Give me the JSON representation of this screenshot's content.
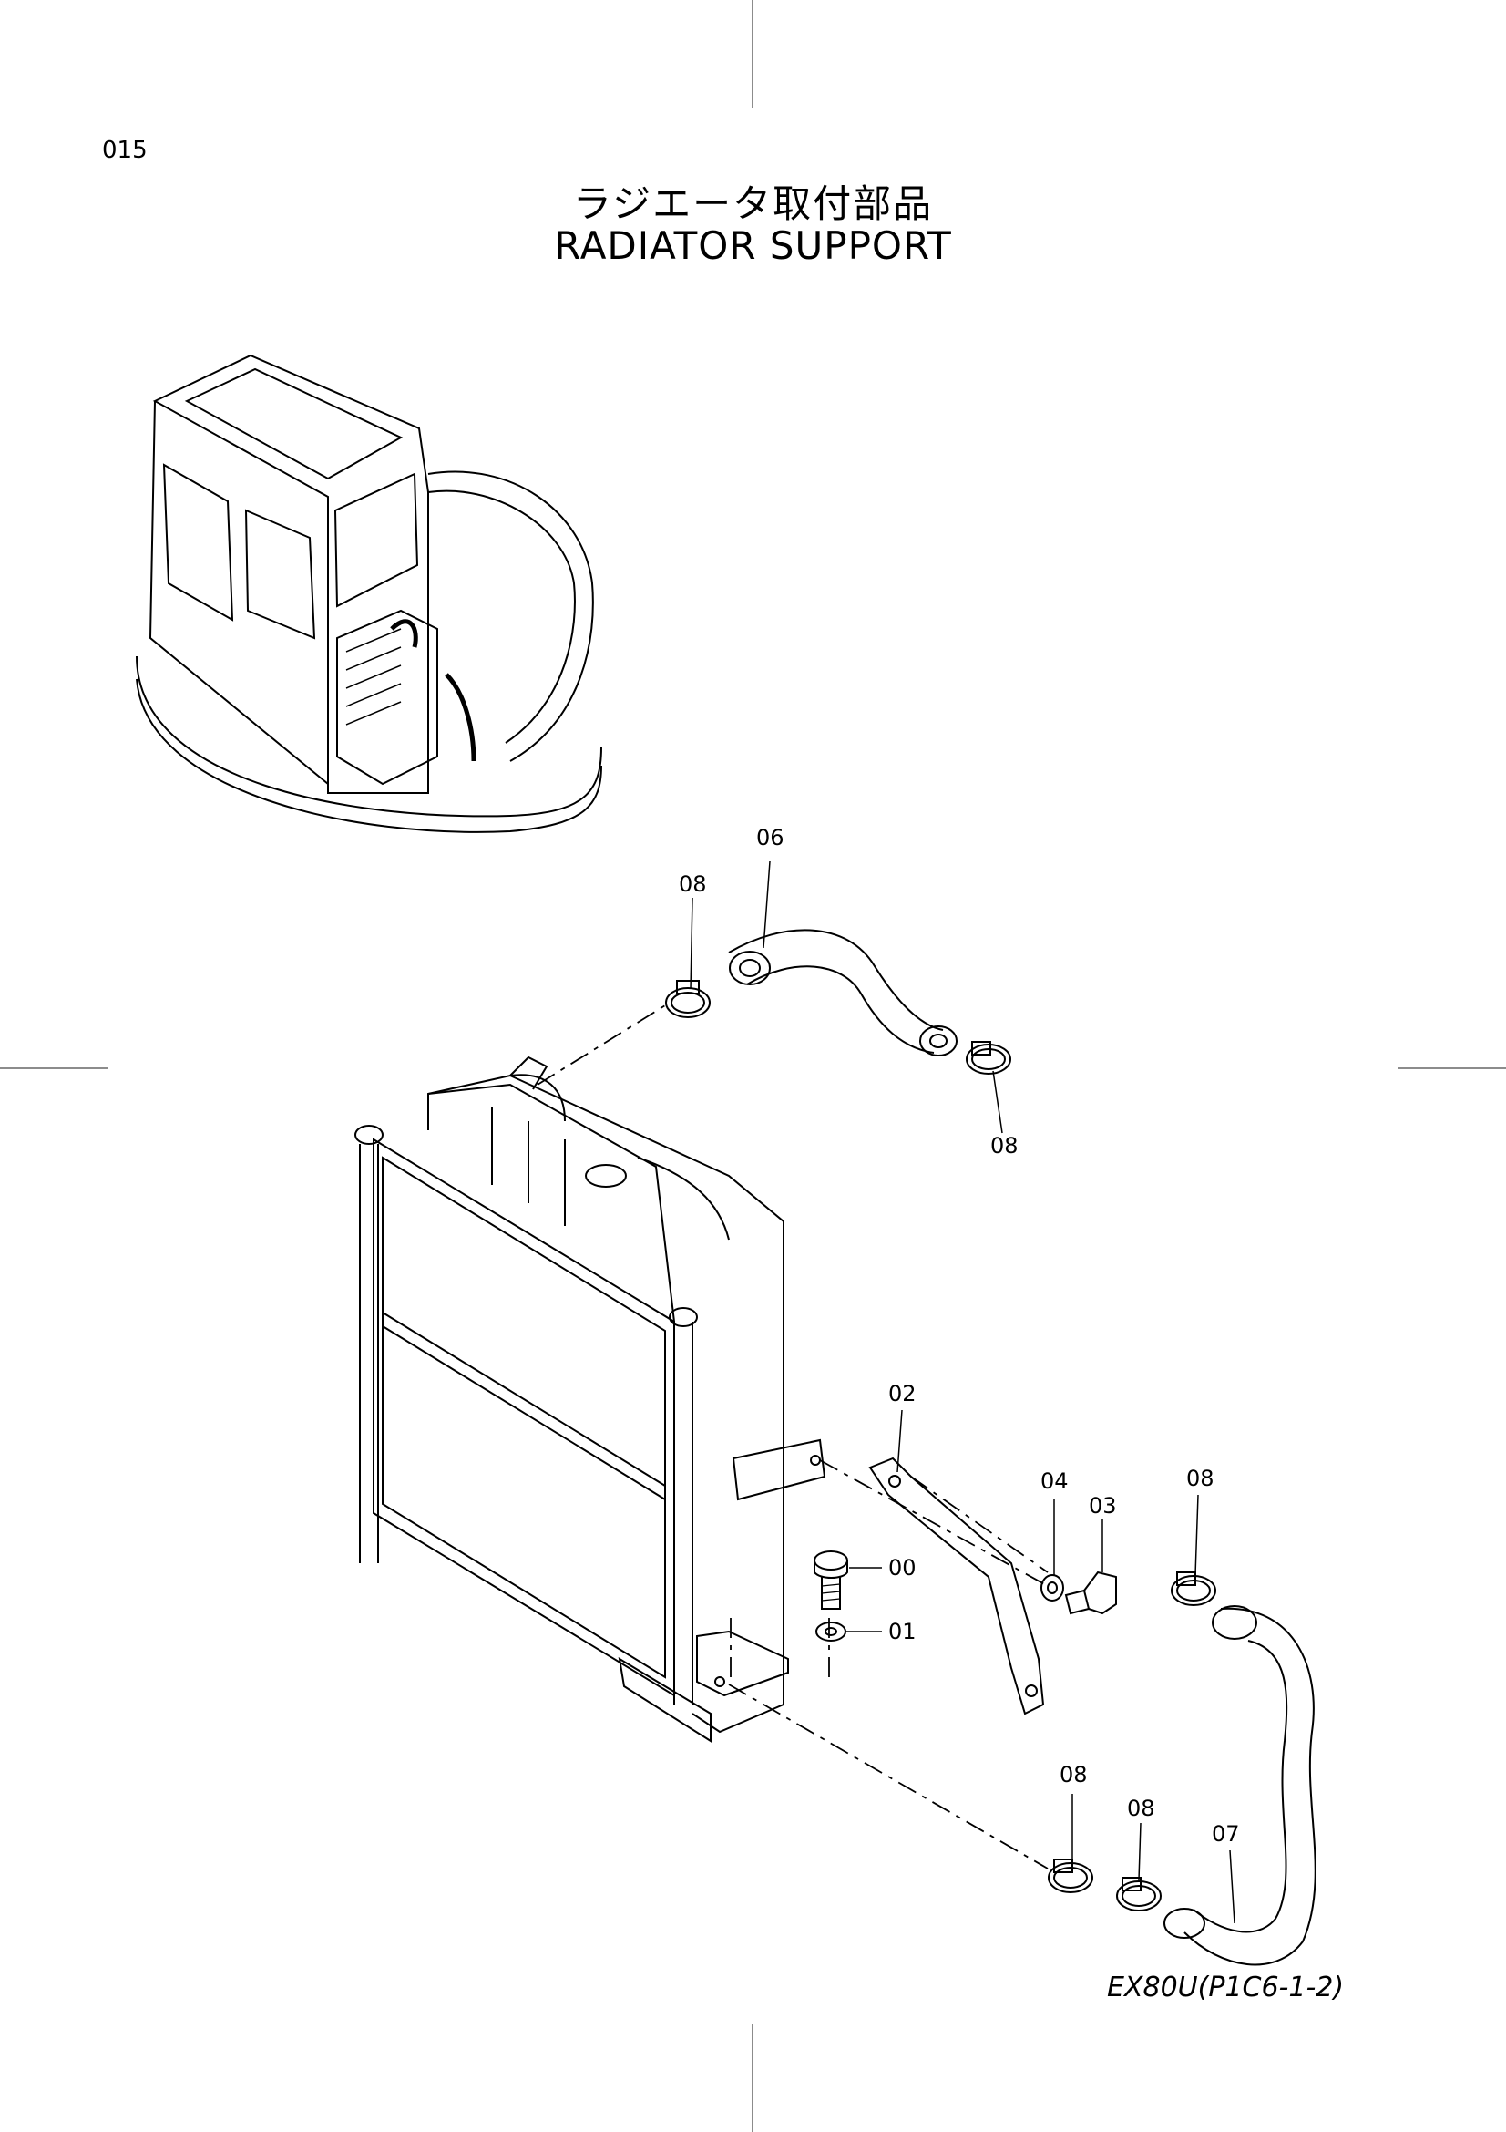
{
  "page": {
    "number": "015",
    "title_jp": "ラジエータ取付部品",
    "title_en": "RADIATOR  SUPPORT",
    "model_code": "EX80U(P1C6-1-2)"
  },
  "callouts": [
    {
      "id": "c-06",
      "label": "06"
    },
    {
      "id": "c-08-top",
      "label": "08"
    },
    {
      "id": "c-08-upper-right",
      "label": "08"
    },
    {
      "id": "c-02",
      "label": "02"
    },
    {
      "id": "c-04",
      "label": "04"
    },
    {
      "id": "c-03",
      "label": "03"
    },
    {
      "id": "c-08-right",
      "label": "08"
    },
    {
      "id": "c-00",
      "label": "00"
    },
    {
      "id": "c-01",
      "label": "01"
    },
    {
      "id": "c-08-bottom-left",
      "label": "08"
    },
    {
      "id": "c-08-bottom-right",
      "label": "08"
    },
    {
      "id": "c-07",
      "label": "07"
    }
  ]
}
